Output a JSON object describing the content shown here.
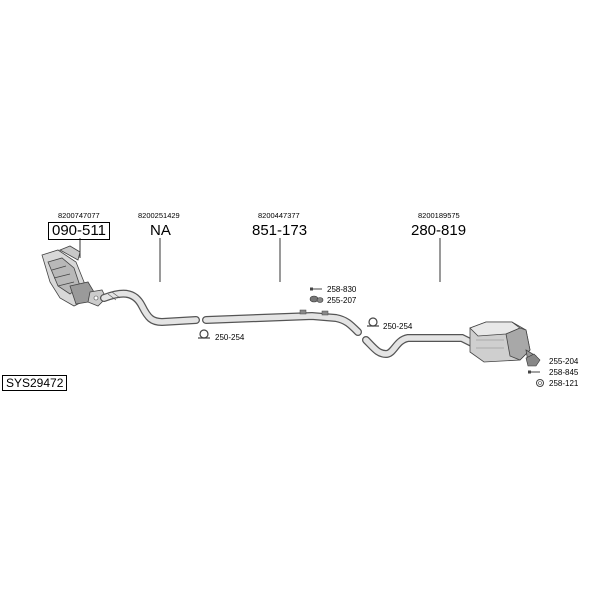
{
  "system_code": "SYS29472",
  "parts": [
    {
      "oem": "8200747077",
      "number": "090-511"
    },
    {
      "oem": "8200251429",
      "number": "NA"
    },
    {
      "oem": "8200447377",
      "number": "851-173"
    },
    {
      "oem": "8200189575",
      "number": "280-819"
    }
  ],
  "accessories": {
    "clamp_front": "250-254",
    "clamp_middle": "250-254",
    "mount_top": "258-830",
    "rubber_top": "255-207",
    "rubber_rear": "255-204",
    "mount_rear": "258-845",
    "ring_rear": "258-121"
  }
}
